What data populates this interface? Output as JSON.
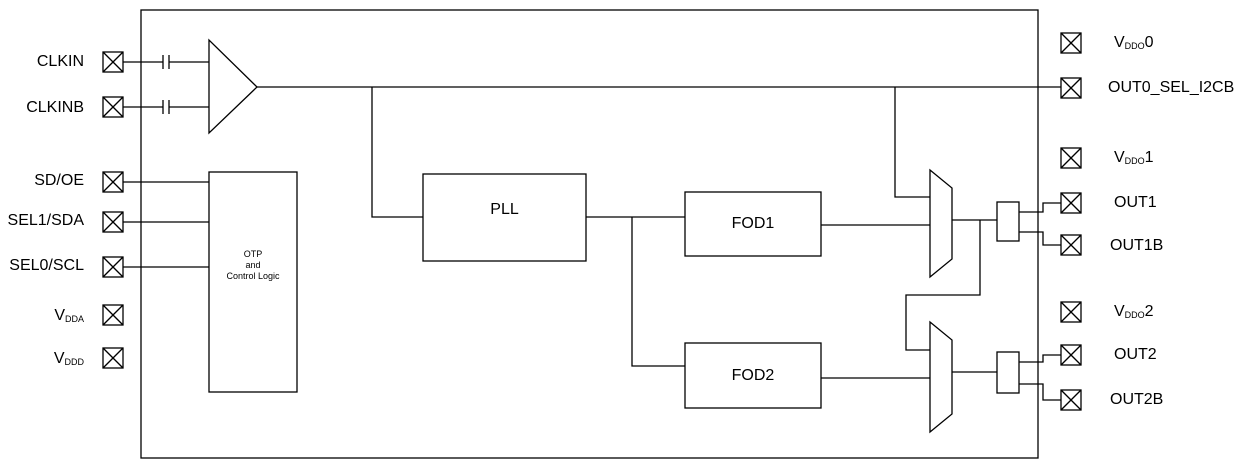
{
  "diagram": {
    "blocks": {
      "pll": "PLL",
      "fod1": "FOD1",
      "fod2": "FOD2",
      "otp_line1": "OTP",
      "otp_line2": "and",
      "otp_line3": "Control Logic"
    },
    "pins_left": {
      "clkin": "CLKIN",
      "clkinb": "CLKINB",
      "sd_oe": "SD/OE",
      "sel1_sda": "SEL1/SDA",
      "sel0_scl": "SEL0/SCL",
      "vdda_main": "V",
      "vdda_sub": "DDA",
      "vddd_main": "V",
      "vddd_sub": "DDD"
    },
    "pins_right": {
      "vddo0_main": "V",
      "vddo0_sub": "DDO",
      "vddo0_suffix": "0",
      "out0": "OUT0_SEL_I2CB",
      "vddo1_main": "V",
      "vddo1_sub": "DDO",
      "vddo1_suffix": "1",
      "out1": "OUT1",
      "out1b": "OUT1B",
      "vddo2_main": "V",
      "vddo2_sub": "DDO",
      "vddo2_suffix": "2",
      "out2": "OUT2",
      "out2b": "OUT2B"
    }
  }
}
